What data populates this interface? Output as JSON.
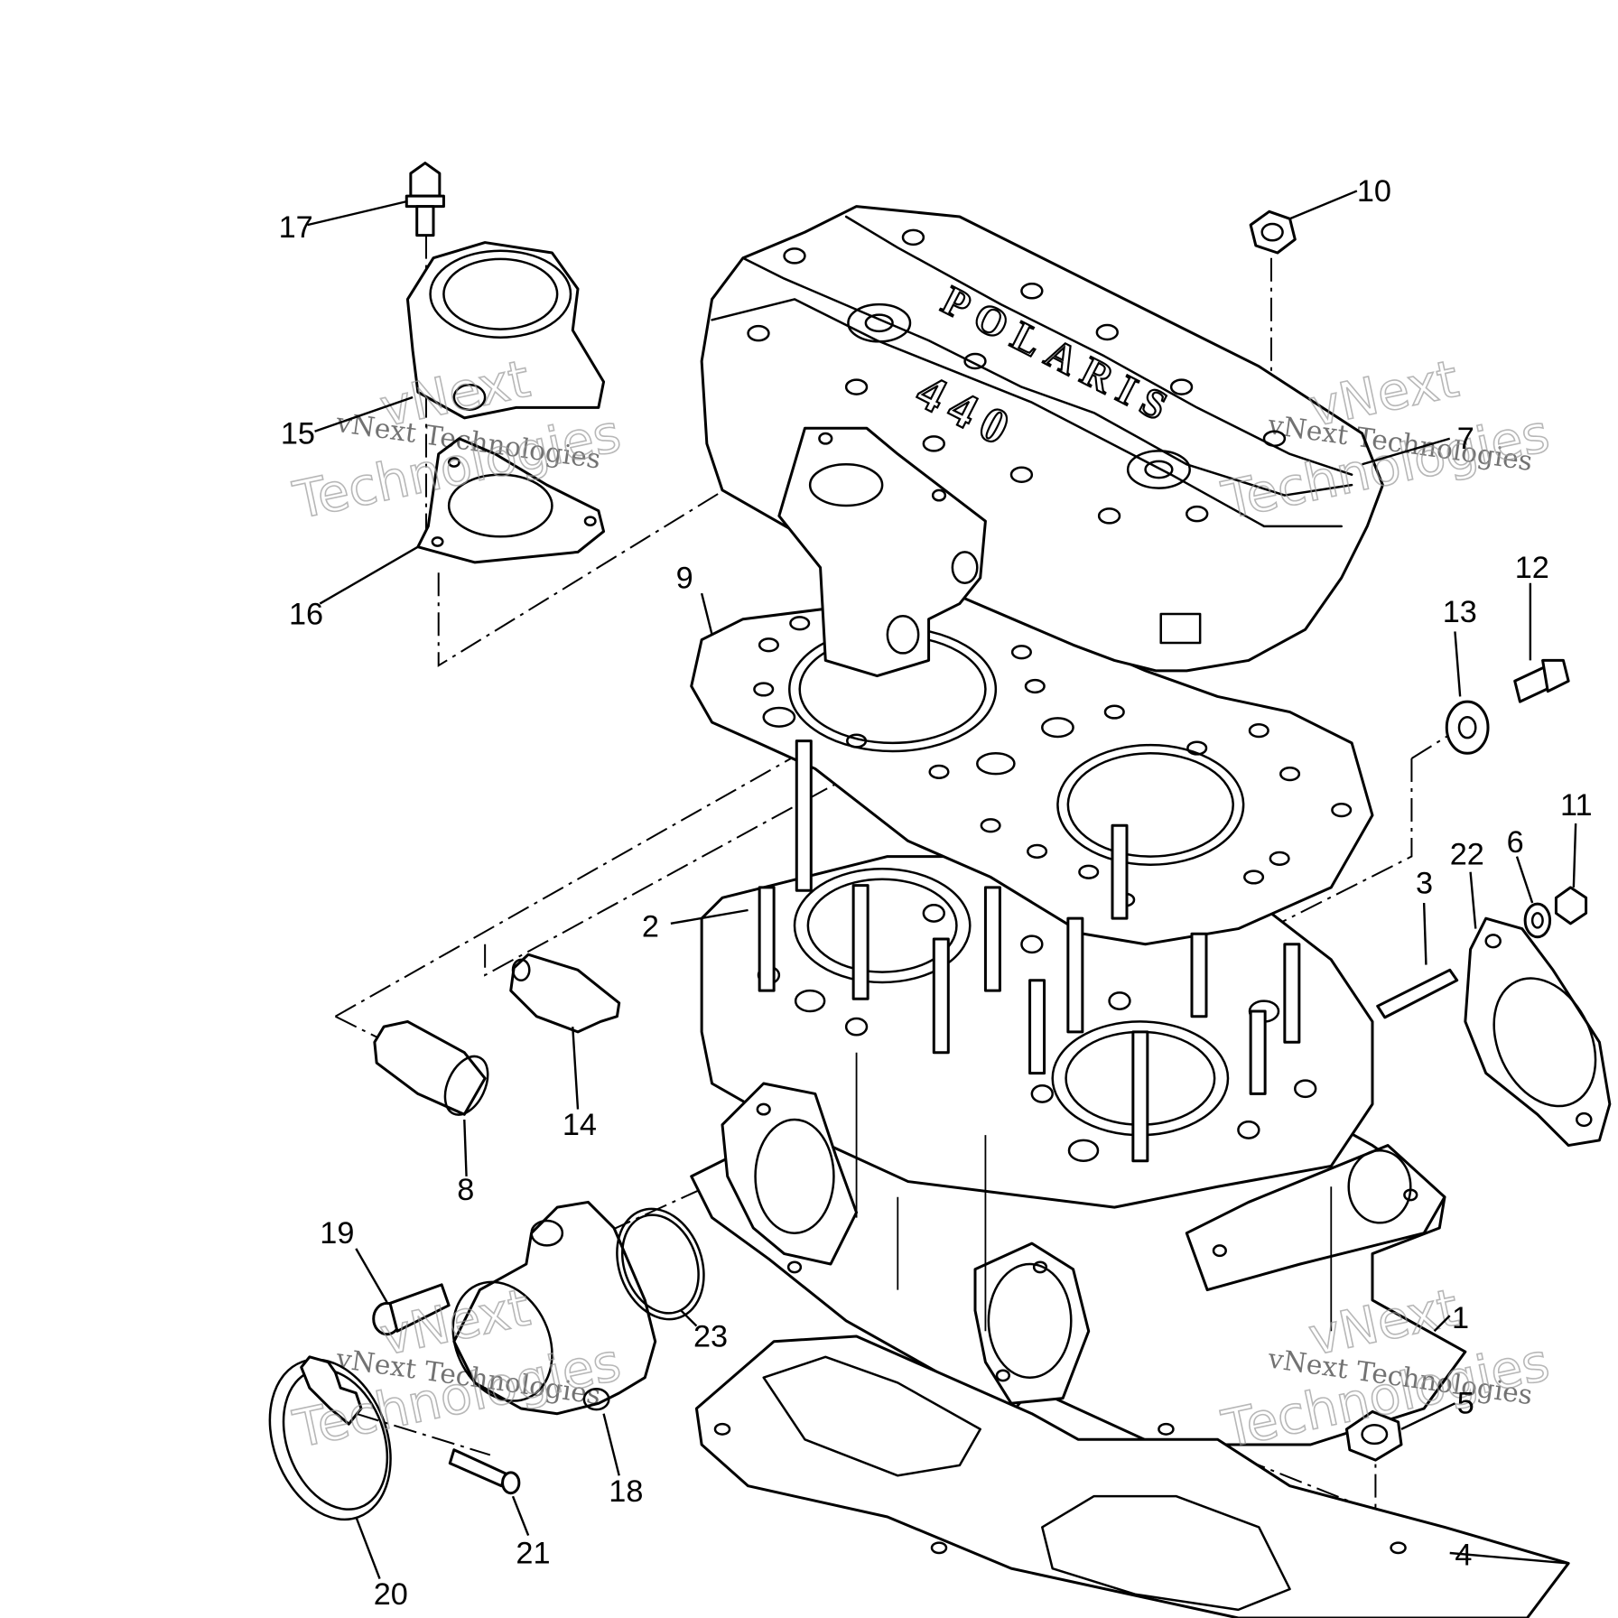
{
  "diagram": {
    "part_labels": [
      {
        "id": "1",
        "text": "1"
      },
      {
        "id": "2",
        "text": "2"
      },
      {
        "id": "3",
        "text": "3"
      },
      {
        "id": "4",
        "text": "4"
      },
      {
        "id": "5",
        "text": "5"
      },
      {
        "id": "6",
        "text": "6"
      },
      {
        "id": "7",
        "text": "7"
      },
      {
        "id": "8",
        "text": "8"
      },
      {
        "id": "9",
        "text": "9"
      },
      {
        "id": "10",
        "text": "10"
      },
      {
        "id": "11",
        "text": "11"
      },
      {
        "id": "12",
        "text": "12"
      },
      {
        "id": "13",
        "text": "13"
      },
      {
        "id": "14",
        "text": "14"
      },
      {
        "id": "15",
        "text": "15"
      },
      {
        "id": "16",
        "text": "16"
      },
      {
        "id": "17",
        "text": "17"
      },
      {
        "id": "18",
        "text": "18"
      },
      {
        "id": "19",
        "text": "19"
      },
      {
        "id": "20",
        "text": "20"
      },
      {
        "id": "21",
        "text": "21"
      },
      {
        "id": "22",
        "text": "22"
      },
      {
        "id": "23",
        "text": "23"
      }
    ],
    "cover_logo_text": "POLARIS",
    "cover_model_text": "440"
  },
  "watermark": {
    "small": "vNext Technologies",
    "large_line1": "vNext",
    "large_line2": "Technologies"
  }
}
